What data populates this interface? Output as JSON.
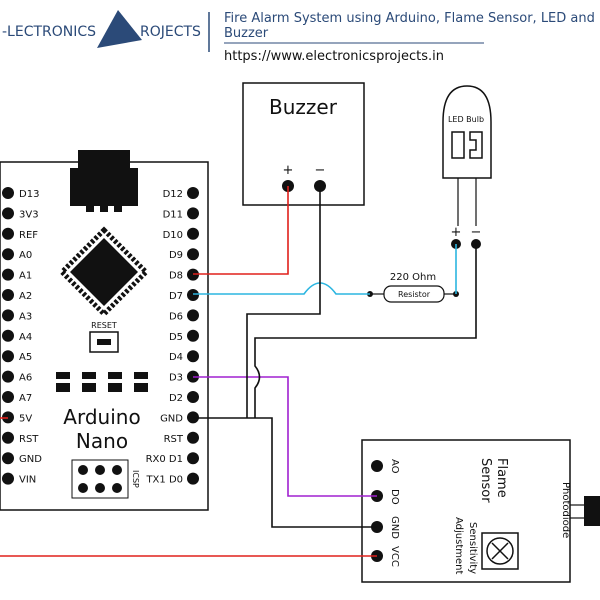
{
  "header": {
    "logo_left": "-LECTRONICS",
    "logo_right": "ROJECTS",
    "title_line1": "Fire Alarm System using Arduino, Flame Sensor, LED and",
    "title_line2": "Buzzer",
    "url": "https://www.electronicsprojects.in"
  },
  "arduino": {
    "name_line1": "Arduino",
    "name_line2": "Nano",
    "reset_label": "RESET",
    "icsp_label": "ICSP",
    "left_pins": [
      "D13",
      "3V3",
      "REF",
      "A0",
      "A1",
      "A2",
      "A3",
      "A4",
      "A5",
      "A6",
      "A7",
      "5V",
      "RST",
      "GND",
      "VIN"
    ],
    "right_pins": [
      "D12",
      "D11",
      "D10",
      "D9",
      "D8",
      "D7",
      "D6",
      "D5",
      "D4",
      "D3",
      "D2",
      "GND",
      "RST",
      "RX0 D1",
      "TX1 D0"
    ]
  },
  "buzzer": {
    "title": "Buzzer",
    "plus": "+",
    "minus": "−"
  },
  "led": {
    "title": "LED Bulb",
    "plus": "+",
    "minus": "−"
  },
  "resistor": {
    "value": "220 Ohm",
    "label": "Resistor"
  },
  "flame_sensor": {
    "title_line1": "Flame",
    "title_line2": "Sensor",
    "pins": [
      "AO",
      "DO",
      "GND",
      "VCC"
    ],
    "adj_line1": "Sensitivity",
    "adj_line2": "Adjustment",
    "photodiode": "Photodiode"
  },
  "colors": {
    "red": "#e0201c",
    "cyan": "#2bb5e0",
    "purple": "#a020d0",
    "black": "#111111",
    "brand": "#2b4a78"
  }
}
